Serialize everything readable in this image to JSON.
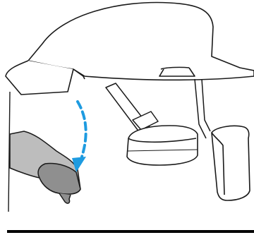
{
  "figure": {
    "description_visible_text": "",
    "colors": {
      "background": "#ffffff",
      "outline": "#1a1a1a",
      "foot_fill": "#bdbdbd",
      "foot_fill_dark": "#8f8f8f",
      "arrow": "#1e9be0",
      "ground_line": "#000000",
      "part_fill": "#ffffff"
    },
    "icons": {
      "motion_arrow": "curved-dashed-arrow-down",
      "dashboard": "dashboard-outline",
      "brake_pedal": "brake-pedal",
      "accelerator_pedal": "accelerator-pedal",
      "driver_foot": "shoe-foot"
    }
  }
}
